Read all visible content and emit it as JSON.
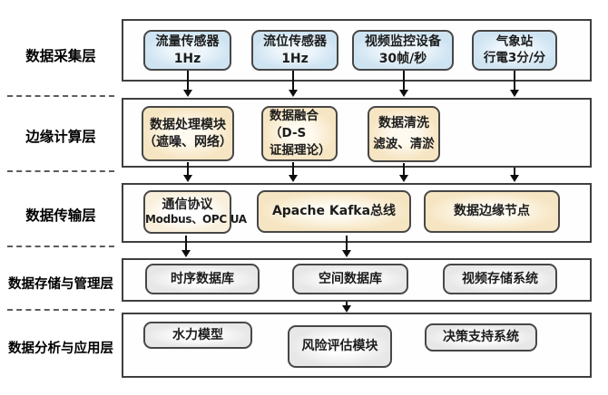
{
  "layers": [
    {
      "label": "数据采集层",
      "boxes": [
        {
          "lines": [
            "流量传感器",
            "1Hz"
          ]
        },
        {
          "lines": [
            "流位传感器",
            "1Hz"
          ]
        },
        {
          "lines": [
            "视频监控设备",
            "30帧/秒"
          ]
        },
        {
          "lines": [
            "气象站",
            "行電3分/分"
          ]
        }
      ]
    },
    {
      "label": "边缘计算层",
      "boxes": [
        {
          "lines": [
            "数据处理模块",
            "（遮噪、网络）"
          ]
        },
        {
          "lines": [
            "数据融合",
            "（D-S",
            "证据理论）"
          ]
        },
        {
          "lines": [
            "数据清洗",
            "滤波、清淤"
          ]
        }
      ]
    },
    {
      "label": "数据传输层",
      "boxes": [
        {
          "lines": [
            "通信协议",
            "Modbus、OPC UA"
          ]
        },
        {
          "lines": [
            "Apache Kafka总线"
          ]
        },
        {
          "lines": [
            "数据边缘节点"
          ]
        }
      ]
    },
    {
      "label": "数据存储与管理层",
      "boxes": [
        {
          "lines": [
            "时序数据库"
          ]
        },
        {
          "lines": [
            "空间数据库"
          ]
        },
        {
          "lines": [
            "视频存储系统"
          ]
        }
      ]
    },
    {
      "label": "数据分析与应用层",
      "boxes": [
        {
          "lines": [
            "水力模型"
          ]
        },
        {
          "lines": [
            "风险评估模块"
          ]
        },
        {
          "lines": [
            "决策支持系统"
          ]
        }
      ]
    }
  ],
  "colors": {
    "sensor_box_fill": "#cfe4f2",
    "edge_box_fill": "#f6e5c2",
    "protocol_box_fill": "#f9efdb",
    "neutral_box_fill": "#e7e7e7",
    "container_border": "#3f3f3f",
    "arrow": "#0e0e0e"
  }
}
